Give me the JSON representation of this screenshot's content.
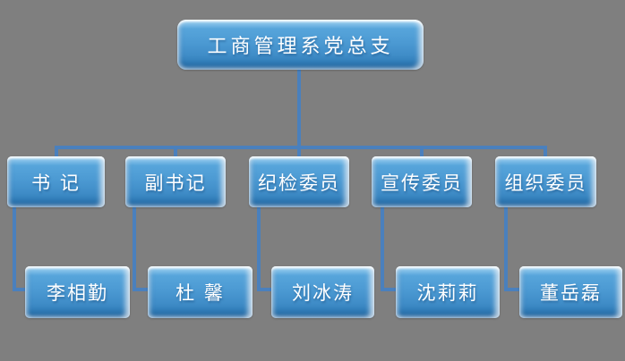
{
  "diagram": {
    "type": "org-chart",
    "background_color": "#7f7f7f",
    "node_color": "#4493cf",
    "node_highlight_color": "#bde2f6",
    "node_shadow_color": "#2b72ab",
    "connector_color": "#4a80bd",
    "text_color": "#ffffff",
    "root_label": "工商管理系党总支",
    "branches": [
      {
        "role": "书 记",
        "member": "李相勤"
      },
      {
        "role": "副书记",
        "member": "杜 馨"
      },
      {
        "role": "纪检委员",
        "member": "刘冰涛"
      },
      {
        "role": "宣传委员",
        "member": "沈莉莉"
      },
      {
        "role": "组织委员",
        "member": "董岳磊"
      }
    ]
  }
}
